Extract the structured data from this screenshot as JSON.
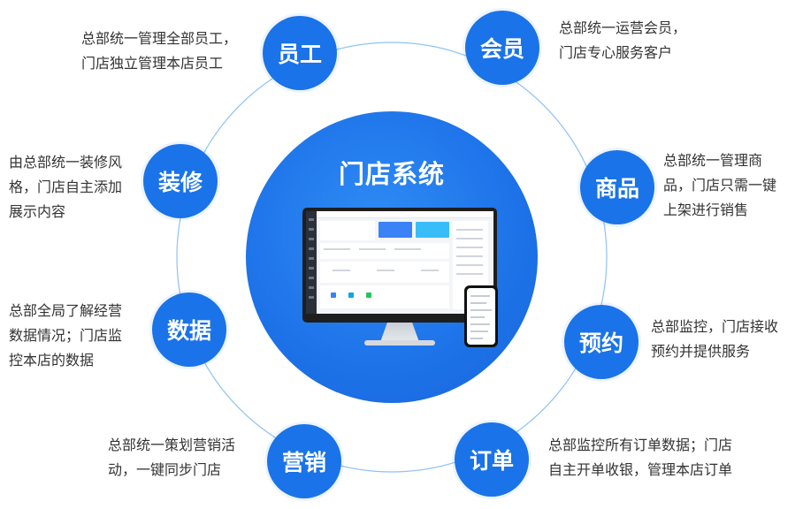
{
  "center": {
    "title": "门店系统"
  },
  "nodes": [
    {
      "id": "staff",
      "label": "员工",
      "lines": [
        "总部统一管理全部员工，",
        "门店独立管理本店员工"
      ]
    },
    {
      "id": "member",
      "label": "会员",
      "lines": [
        "总部统一运营会员，",
        "门店专心服务客户"
      ]
    },
    {
      "id": "decor",
      "label": "装修",
      "lines": [
        "由总部统一装修风",
        "格，门店自主添加",
        "展示内容"
      ]
    },
    {
      "id": "product",
      "label": "商品",
      "lines": [
        "总部统一管理商",
        "品，门店只需一键",
        "上架进行销售"
      ]
    },
    {
      "id": "data",
      "label": "数据",
      "lines": [
        "总部全局了解经营",
        "数据情况；门店监",
        "控本店的数据"
      ]
    },
    {
      "id": "booking",
      "label": "预约",
      "lines": [
        "总部监控，门店接收",
        "预约并提供服务"
      ]
    },
    {
      "id": "marketing",
      "label": "营销",
      "lines": [
        "总部统一策划营销活",
        "动，一键同步门店"
      ]
    },
    {
      "id": "order",
      "label": "订单",
      "lines": [
        "总部监控所有订单数据；门店",
        "自主开单收银，管理本店订单"
      ]
    }
  ],
  "colors": {
    "node": "#1a73e8",
    "center": "#1d72e8",
    "ring": "#8ec2f5",
    "text": "#333333"
  },
  "icons": [
    "desktop-monitor-icon",
    "mobile-phone-icon"
  ]
}
